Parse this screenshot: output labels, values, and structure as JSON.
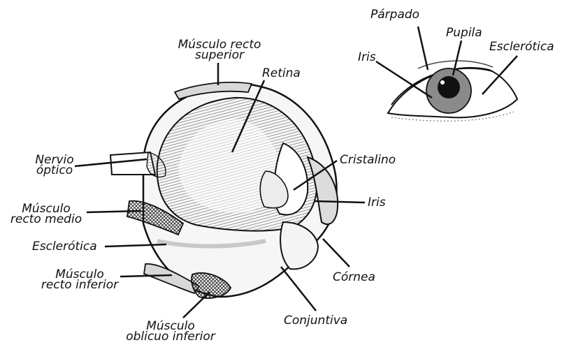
{
  "labels": {
    "musculo_recto_superior": [
      "Músculo recto",
      "superior"
    ],
    "retina": "Retina",
    "nervio_optico": [
      "Nervio",
      "óptico"
    ],
    "cristalino": "Cristalino",
    "musculo_recto_medio": [
      "Músculo",
      "recto medio"
    ],
    "iris_eye": "Iris",
    "esclerotica_eye": "Esclerótica",
    "musculo_recto_inferior": [
      "Músculo",
      "recto inferior"
    ],
    "cornea": "Córnea",
    "conjuntiva": "Conjuntiva",
    "musculo_oblicuo_inferior": [
      "Músculo",
      "oblicuo inferior"
    ],
    "parpado": "Párpado",
    "pupila": "Pupila",
    "iris_front": "Iris",
    "esclerotica_front": "Esclerótica"
  },
  "colors": {
    "ink": "#111111",
    "shade": "#9a9a9a",
    "iris": "#8a8a8a",
    "paper": "#ffffff"
  }
}
